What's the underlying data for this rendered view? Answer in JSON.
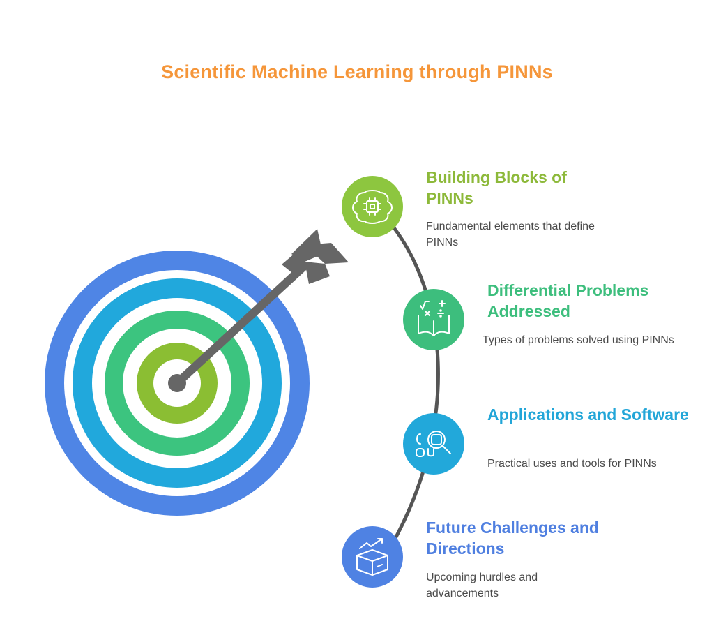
{
  "title": "Scientific Machine Learning through PINNs",
  "colors": {
    "title": "#F5963A",
    "ring_outer": "#4F85E5",
    "ring_second": "#21A8DC",
    "ring_third": "#3CC47F",
    "ring_center": "#8BBE33",
    "arrow": "#666666",
    "arc": "#555555"
  },
  "items": [
    {
      "title": "Building Blocks of PINNs",
      "description": "Fundamental elements that define PINNs",
      "icon": "brain-chip-icon",
      "color": "#8DC63F"
    },
    {
      "title": "Differential Problems Addressed",
      "description": "Types of problems solved using PINNs",
      "icon": "math-book-icon",
      "color": "#3DBE7D"
    },
    {
      "title": "Applications and Software",
      "description": "Practical uses and tools for PINNs",
      "icon": "magnifier-apps-icon",
      "color": "#22A8DA"
    },
    {
      "title": "Future Challenges and Directions",
      "description": "Upcoming hurdles and advancements",
      "icon": "growth-box-icon",
      "color": "#4F82E3"
    }
  ]
}
